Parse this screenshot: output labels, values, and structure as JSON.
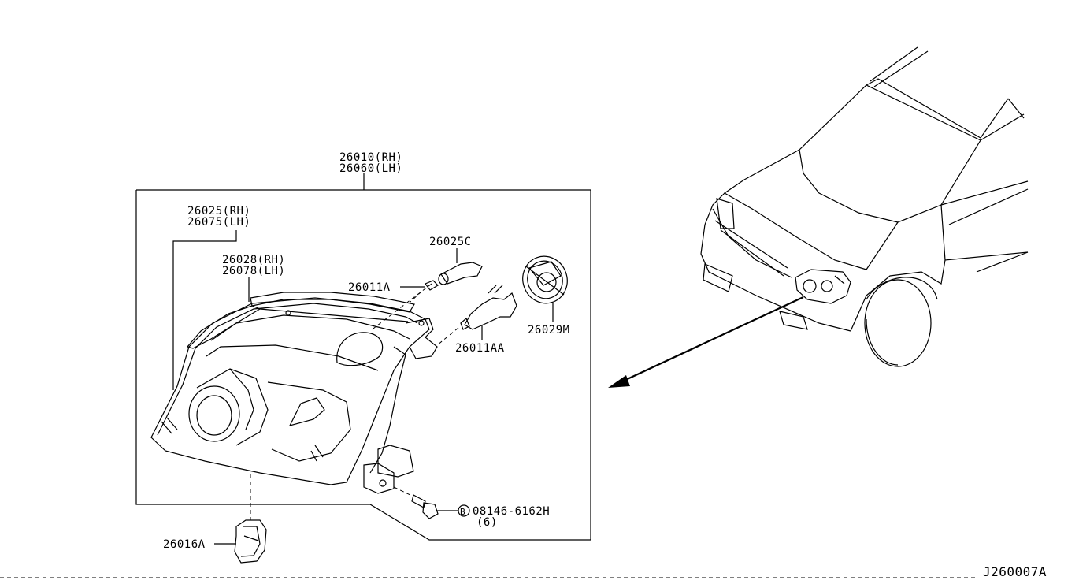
{
  "diagram_id": "J260007A",
  "callouts": {
    "p26010": {
      "line1": "26010(RH)",
      "line2": "26060(LH)"
    },
    "p26025": {
      "line1": "26025(RH)",
      "line2": "26075(LH)"
    },
    "p26028": {
      "line1": "26028(RH)",
      "line2": "26078(LH)"
    },
    "p26025C": {
      "line1": "26025C"
    },
    "p26011A": {
      "line1": "26011A"
    },
    "p26011AA": {
      "line1": "26011AA"
    },
    "p26029M": {
      "line1": "26029M"
    },
    "p08146": {
      "symbol": "B",
      "line1": "08146-6162H",
      "line2": "(6)"
    },
    "p26016A": {
      "line1": "26016A"
    }
  }
}
